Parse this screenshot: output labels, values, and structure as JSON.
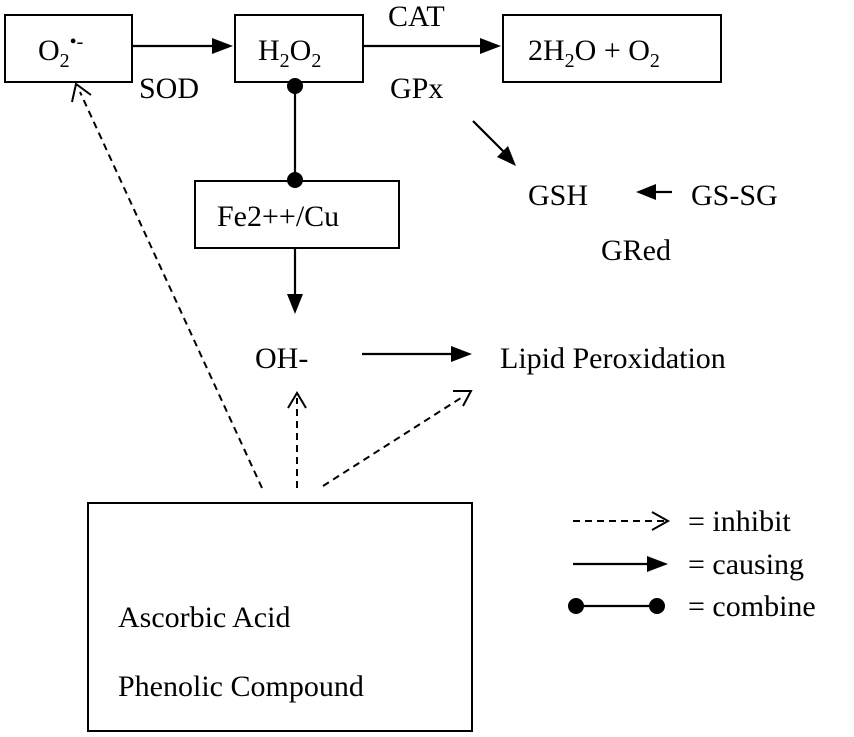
{
  "nodes": {
    "superoxide": {
      "base": "O",
      "sub": "2",
      "sup": "•-"
    },
    "h2o2": {
      "a": "H",
      "sub1": "2",
      "b": "O",
      "sub2": "2"
    },
    "products": {
      "a": "2H",
      "sub1": "2",
      "b": "O + O",
      "sub2": "2"
    },
    "fe_cu": "Fe2++/Cu",
    "hydroxyl": "OH-",
    "lipid": "Lipid Peroxidation",
    "gsh": "GSH",
    "gssg": "GS-SG",
    "compound": {
      "line1": "Ascorbic Acid",
      "line2": "Phenolic Compound"
    }
  },
  "enzymes": {
    "sod": "SOD",
    "cat": "CAT",
    "gpx": "GPx",
    "gred": "GRed"
  },
  "legend": {
    "inhibit": "= inhibit",
    "causing": "= causing",
    "combine": "= combine"
  }
}
